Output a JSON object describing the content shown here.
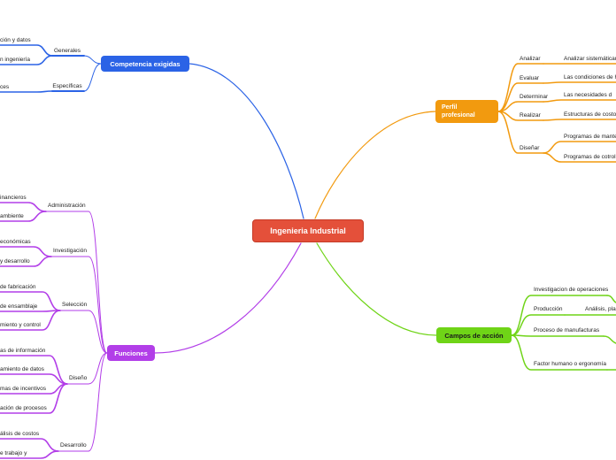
{
  "central": {
    "label": "Ingenieria Industrial",
    "color": "#e4503a"
  },
  "branches": {
    "competencia": {
      "label": "Competencia exigidas",
      "color": "#2b63e6",
      "children": [
        {
          "label": "Generales",
          "leaves": [
            "ción y datos",
            "n ingeniería"
          ]
        },
        {
          "label": "Específicas",
          "leaves": [
            "ces"
          ]
        }
      ]
    },
    "perfil": {
      "label": "Perfil profesional",
      "color": "#f29a0f",
      "children": [
        {
          "label": "Analizar",
          "leaves": [
            "Analizar sistemáticamente"
          ]
        },
        {
          "label": "Evaluar",
          "leaves": [
            "Las condiciones de hi"
          ]
        },
        {
          "label": "Determinar",
          "leaves": [
            "Las necesidades d"
          ]
        },
        {
          "label": "Realizar",
          "leaves": [
            "Estructuras de costo"
          ]
        },
        {
          "label": "Diseñar",
          "leaves": [
            "Programas de mante",
            "Programas de cotrol d"
          ]
        }
      ]
    },
    "funciones": {
      "label": "Funciones",
      "color": "#b23ee8",
      "children": [
        {
          "label": "Administración",
          "leaves": [
            "inancieros",
            "ambiente"
          ]
        },
        {
          "label": "Investigación",
          "leaves": [
            "económicas",
            "y desarrollo"
          ]
        },
        {
          "label": "Selección",
          "leaves": [
            "de fabricación",
            "de ensamblaje",
            "miento y control"
          ]
        },
        {
          "label": "Diseño",
          "leaves": [
            "as de información",
            "amiento de datos",
            "mas de incentivos",
            "ación de procesos"
          ]
        },
        {
          "label": "Desarrollo",
          "leaves": [
            "álisis de costos",
            "e trabajo y"
          ]
        }
      ]
    },
    "campos": {
      "label": "Campos de acción",
      "color": "#6fd417",
      "children": [
        {
          "label": "Investigacion de operaciones",
          "leaves": []
        },
        {
          "label": "Producción",
          "leaves": [
            "Análisis, plan"
          ]
        },
        {
          "label": "Proceso de manufacturas",
          "leaves": []
        },
        {
          "label": "Factor humano o ergonomía",
          "leaves": []
        }
      ]
    }
  }
}
